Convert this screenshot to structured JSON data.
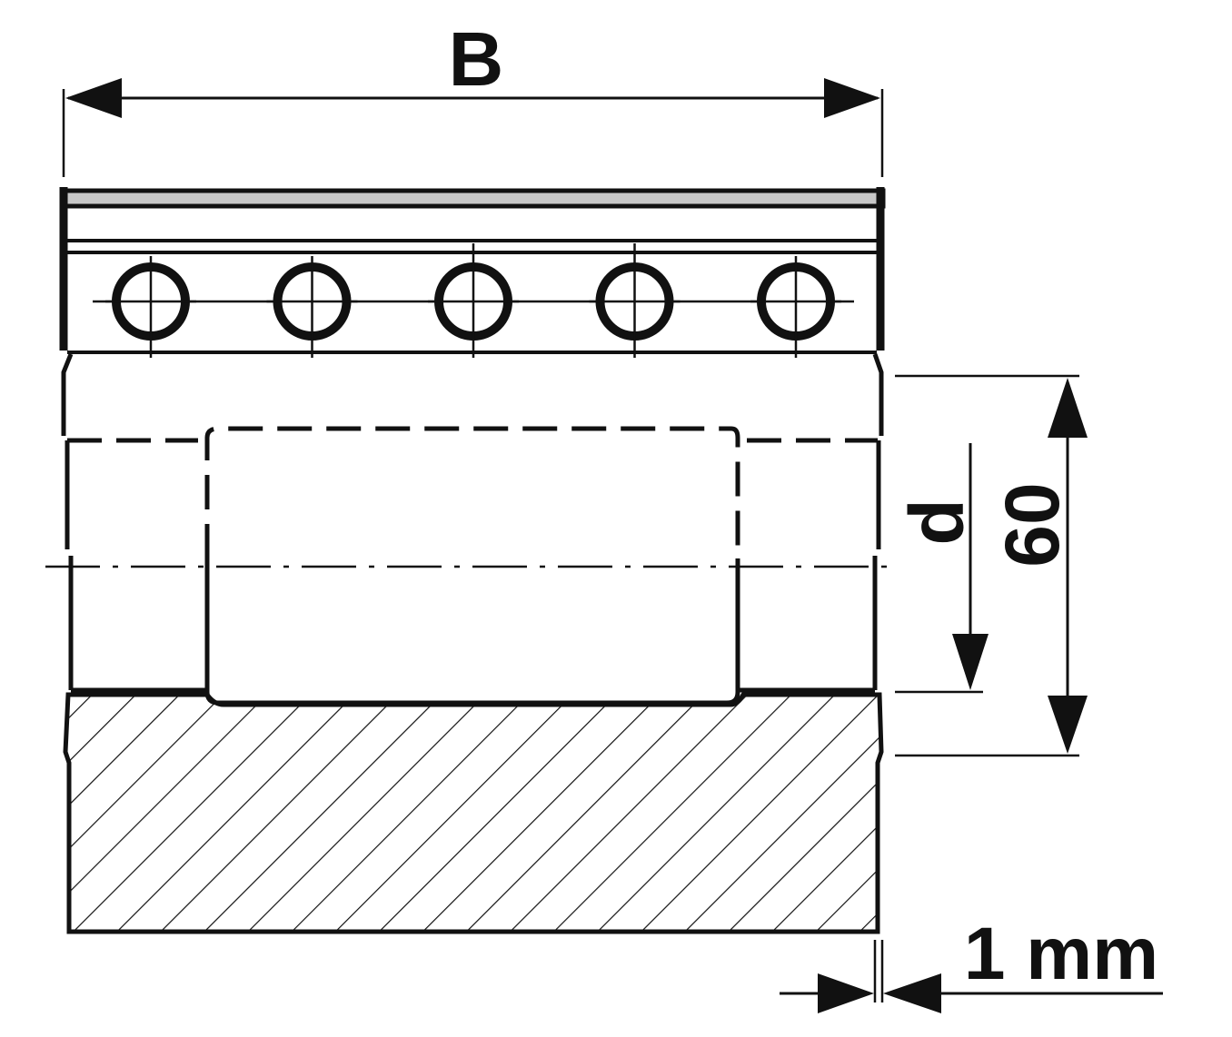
{
  "dimensions": {
    "width_label": "B",
    "bore_label": "d",
    "height_label": "60",
    "gap_label": "1 mm"
  },
  "bolt_count": 5,
  "colors": {
    "line": "#111111",
    "shim": "#c8c8c8",
    "background": "#ffffff"
  }
}
